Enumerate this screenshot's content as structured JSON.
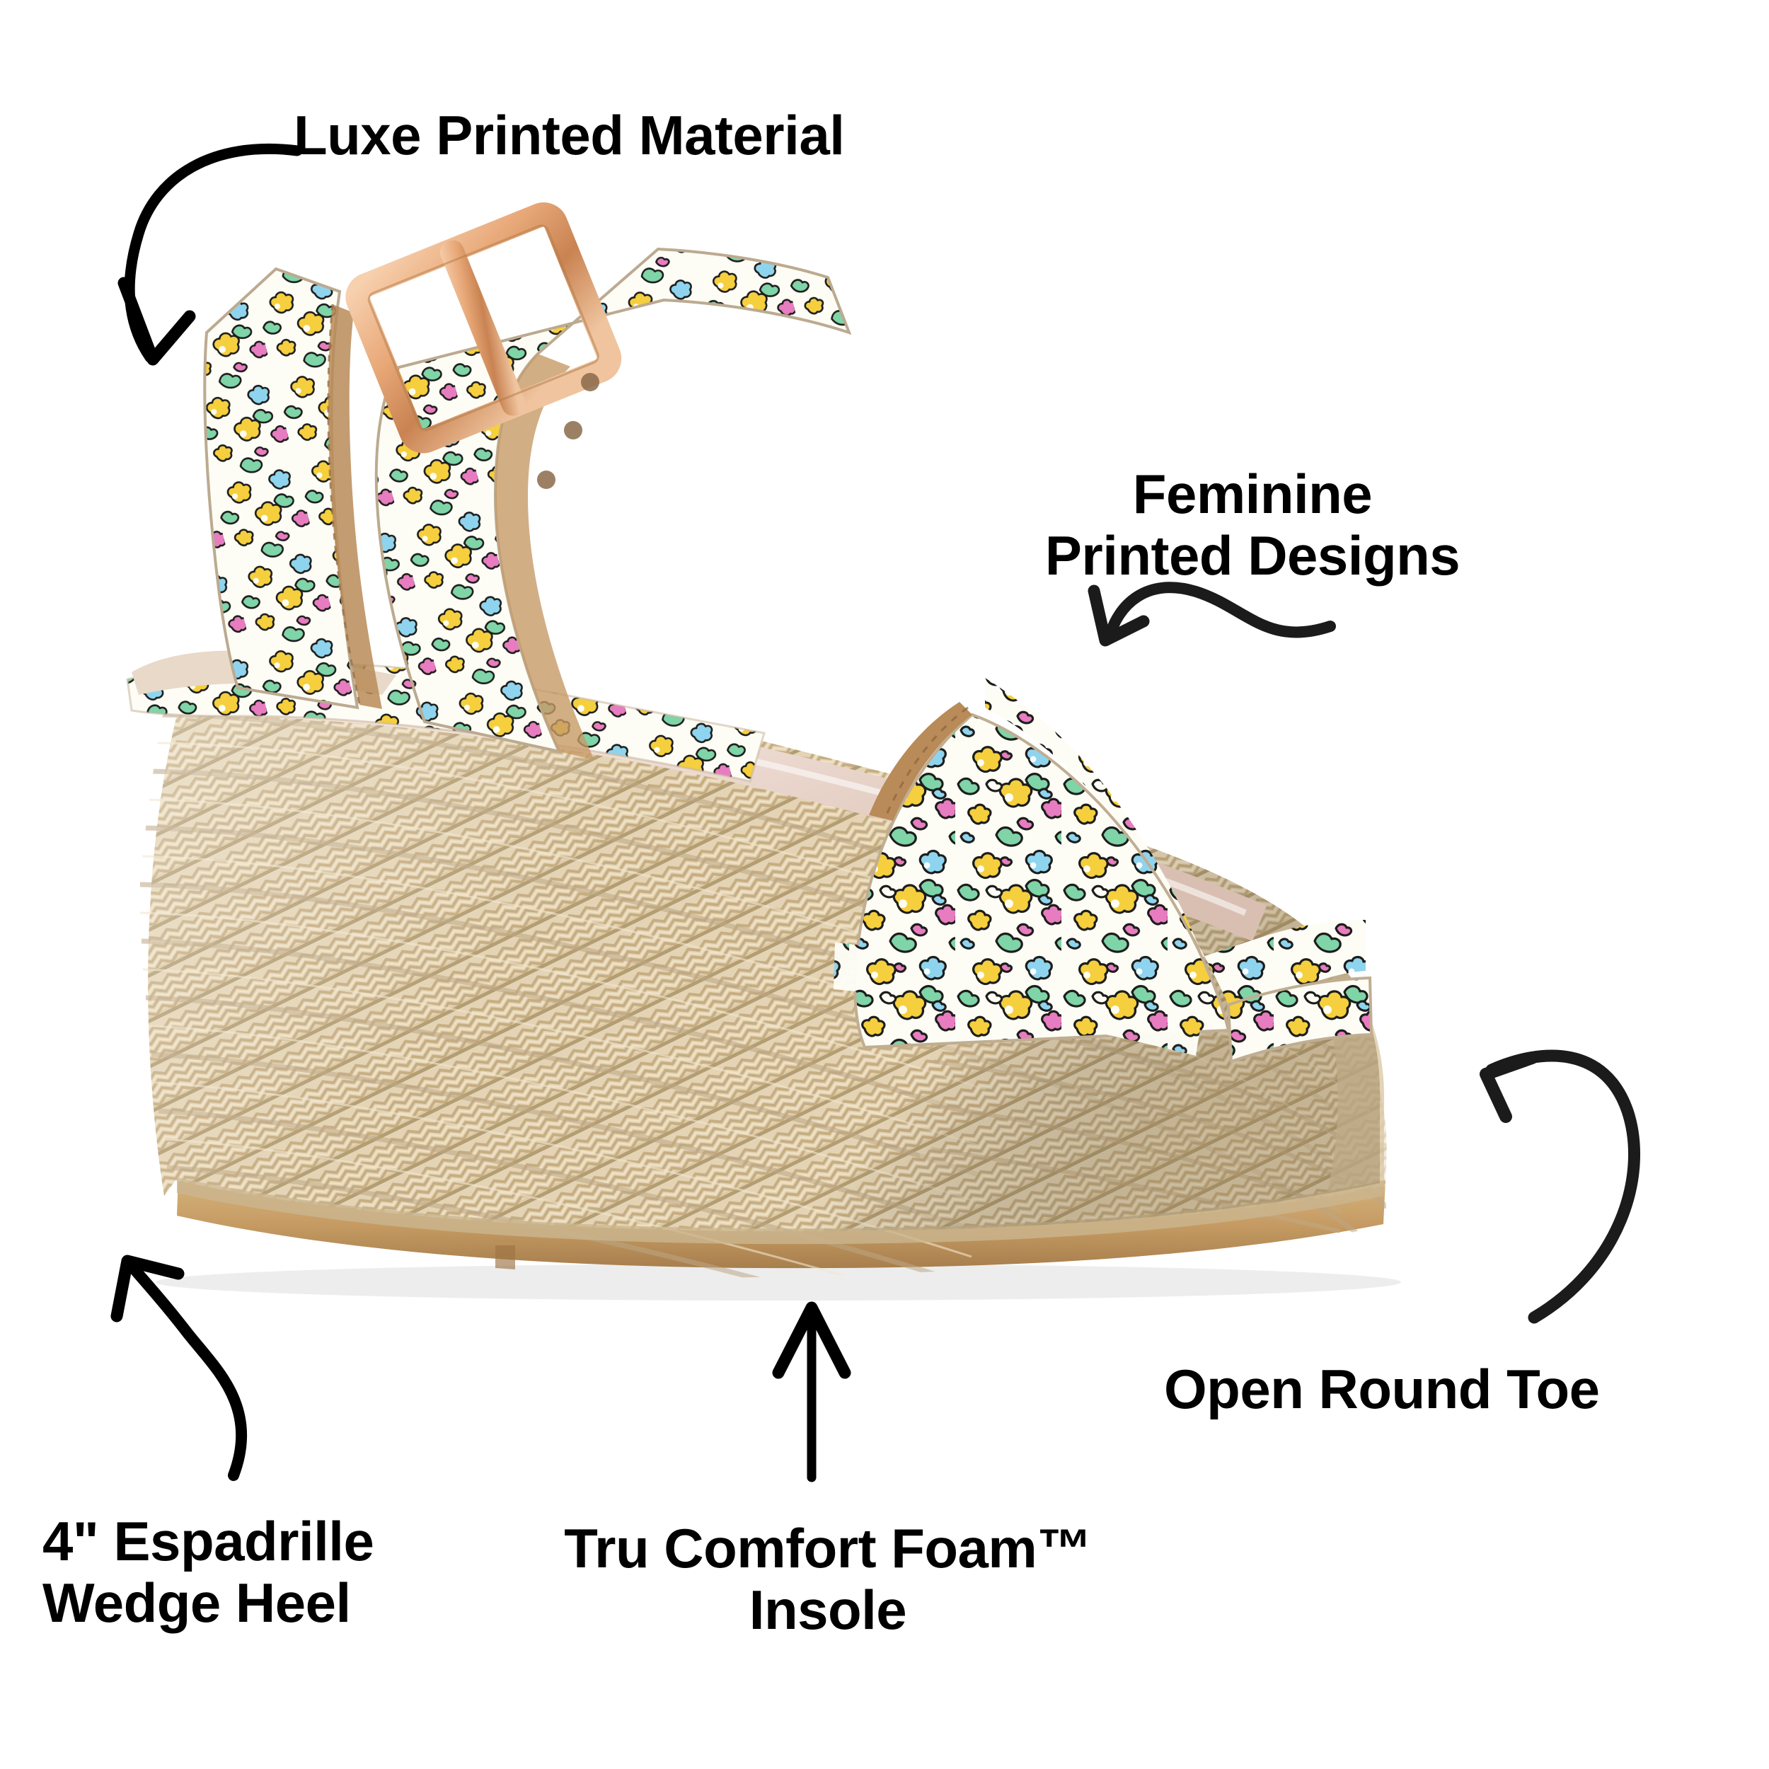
{
  "image": {
    "subject": "floral-print espadrille platform wedge sandal",
    "background_color": "#ffffff",
    "text_color": "#000000"
  },
  "callouts": [
    {
      "id": "luxe",
      "label": "Luxe Printed Material",
      "arrow": "curved-down-right",
      "position": "top-left"
    },
    {
      "id": "feminine",
      "label": "Feminine\nPrinted Designs",
      "arrow": "s-curve-down-left",
      "position": "right"
    },
    {
      "id": "toe",
      "label": "Open Round Toe",
      "arrow": "arc-up-left",
      "position": "bottom-right"
    },
    {
      "id": "insole",
      "label": "Tru Comfort Foam™\nInsole",
      "arrow": "straight-up",
      "position": "bottom-center"
    },
    {
      "id": "wedge",
      "label": "4\" Espadrille\nWedge Heel",
      "arrow": "s-curve-up-right",
      "position": "bottom-left"
    }
  ],
  "product_colors": {
    "espadrille_jute_light": "#e3d3b4",
    "espadrille_jute_mid": "#cfbb96",
    "espadrille_jute_dark": "#b8a179",
    "outsole_tan": "#c9a169",
    "insole_nude": "#efdbd3",
    "lining_tan": "#b98b58",
    "buckle_rose_gold": "#e8a878",
    "print_ground": "#fdfdf6",
    "print_yellow": "#f5cf3d",
    "print_green": "#7fd4a8",
    "print_blue": "#8fd4ee",
    "print_pink": "#e87cc0",
    "print_outline": "#1d1d1b"
  }
}
